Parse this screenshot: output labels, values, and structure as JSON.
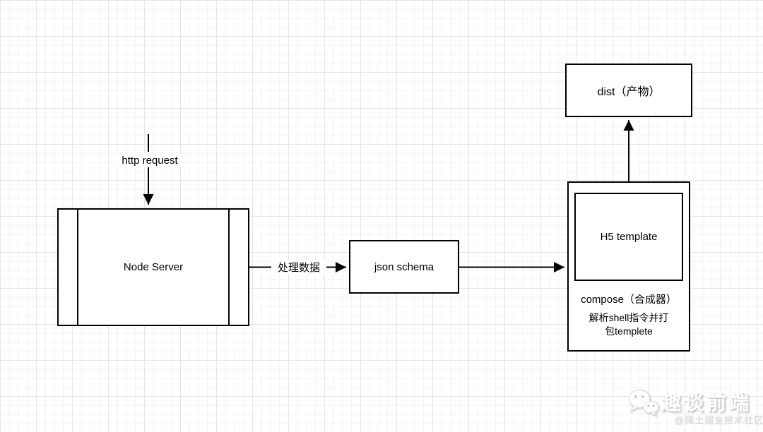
{
  "flow": {
    "http_request_label": "http request",
    "process_data_label": "处理数据",
    "node_server_label": "Node Server",
    "json_schema_label": "json schema",
    "h5_template_label": "H5 template",
    "compose_title": "compose（合成器）",
    "compose_desc_line1": "解析shell指令并打",
    "compose_desc_line2": "包templete",
    "dist_label": "dist（产物）"
  },
  "watermark": {
    "brand": "趣谈前端",
    "credit": "@稀土掘金技术社区",
    "icon": "wechat-chat-bubbles-icon"
  },
  "colors": {
    "stroke": "#000000",
    "box_bg": "#ffffff",
    "grid_minor": "#f3f3f3",
    "grid_major": "#e6e6e6",
    "watermark_text": "#ffffff",
    "watermark_shadow": "#bdbdbd"
  }
}
